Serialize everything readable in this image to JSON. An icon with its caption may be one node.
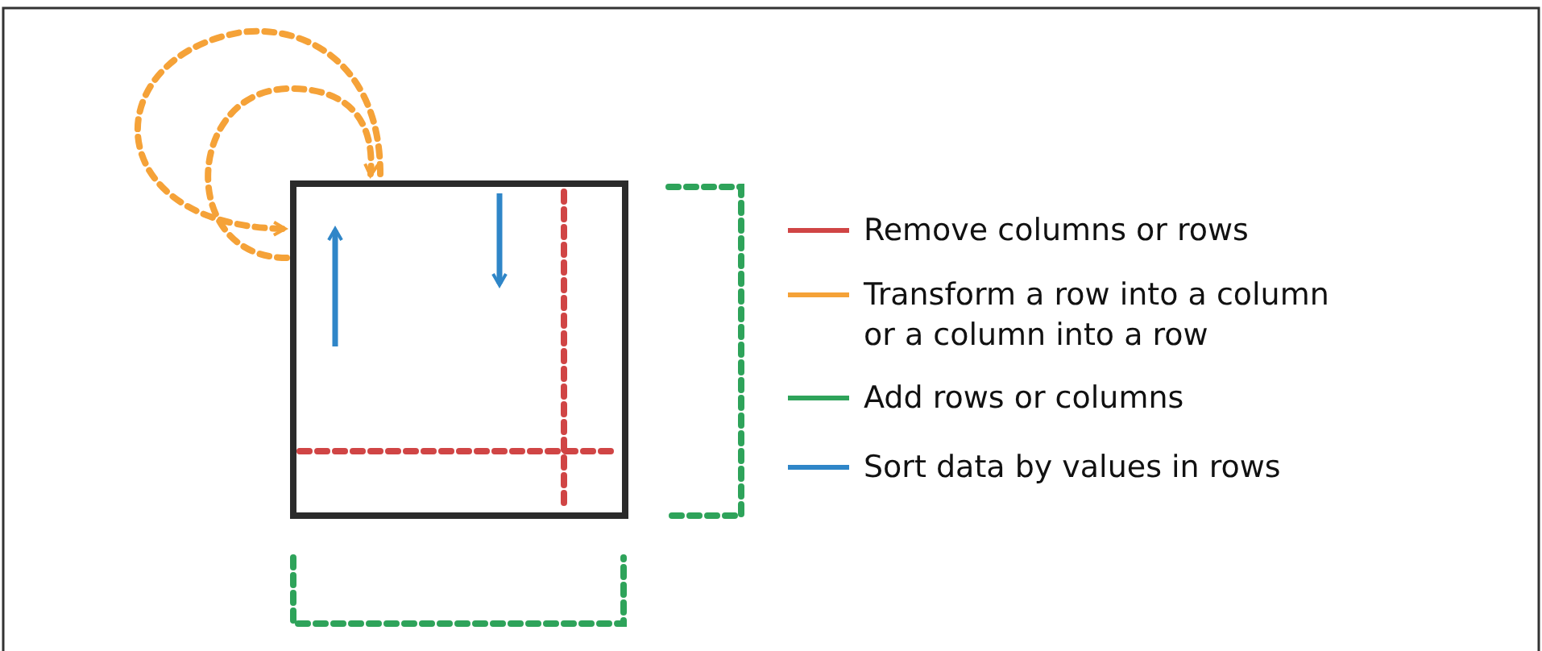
{
  "diagram": {
    "legend": [
      {
        "text": "Remove columns or rows",
        "color": "#d04545"
      },
      {
        "text": "Transform a row into a column or a column into a row",
        "color": "#f5a238"
      },
      {
        "text": "Add rows or columns",
        "color": "#2ea35a"
      },
      {
        "text": "Sort data by values in rows",
        "color": "#2f86c8"
      }
    ]
  }
}
